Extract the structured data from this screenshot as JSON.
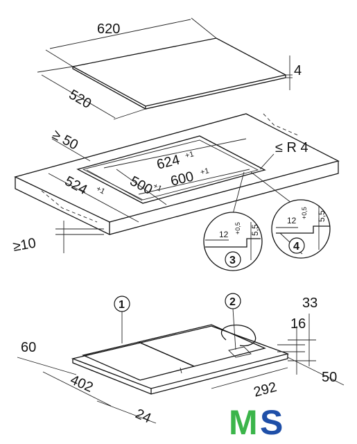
{
  "cooktop": {
    "width": "620",
    "depth": "520",
    "thickness": "4"
  },
  "cutout": {
    "min_edge_distance": "≥ 50",
    "corner_radius": "≤ R 4",
    "dim_624": "624",
    "dim_624_tol": "+1",
    "dim_500": "500",
    "dim_500_tol": "+1",
    "dim_600": "600",
    "dim_600_tol": "+1",
    "dim_524": "524",
    "dim_524_tol": "+1",
    "min_worktop": "≥10"
  },
  "details": [
    {
      "number": "3",
      "width": "12",
      "height": "5,5",
      "tol": "+0,5"
    },
    {
      "number": "4",
      "width": "12",
      "height": "5,5",
      "tol": "+0,5"
    }
  ],
  "underside": {
    "callout_1": "1",
    "callout_2": "2",
    "dim_60": "60",
    "dim_402": "402",
    "dim_24": "24",
    "dim_292": "292",
    "dim_16": "16",
    "dim_33": "33",
    "dim_50": "50"
  },
  "logo": {
    "letter_m": "M",
    "letter_s": "S",
    "color_m": "#3bb54a",
    "color_s": "#1f4fa8"
  }
}
